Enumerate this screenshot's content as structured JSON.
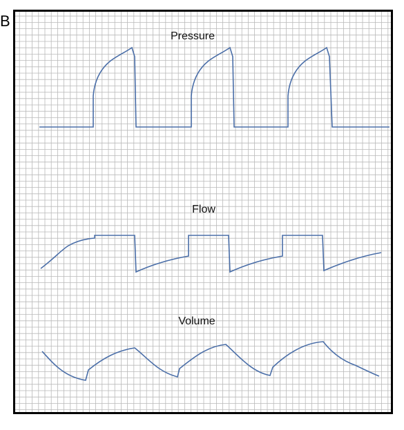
{
  "panel_label": "B",
  "traces": {
    "pressure": {
      "label": "Pressure"
    },
    "flow": {
      "label": "Flow"
    },
    "volume": {
      "label": "Volume"
    }
  },
  "colors": {
    "trace": "#4a6ea8",
    "grid": "#b9b9b9",
    "frame": "#000000",
    "background": "#ffffff"
  },
  "breath_count": 3
}
